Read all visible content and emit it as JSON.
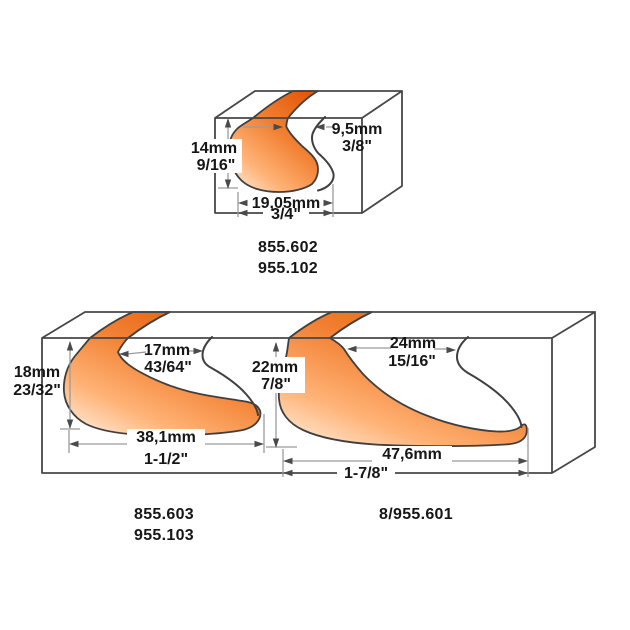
{
  "figure": {
    "background": "#ffffff",
    "outline_color": "#474747",
    "dimension_line_color": "#9a9a9a",
    "arrow_color": "#4a4a4a",
    "text_color": "#161616",
    "orange_dark": "#e3590a",
    "orange_mid": "#f58a3c",
    "orange_light": "#ffe9d6"
  },
  "top_bit": {
    "dims": {
      "depth_mm": "14mm",
      "depth_in": "9/16\"",
      "neck_mm": "9,5mm",
      "neck_in": "3/8\"",
      "width_mm": "19,05mm",
      "width_in": "3/4\""
    },
    "labels": [
      "855.602",
      "955.102"
    ]
  },
  "bottom_left_bit": {
    "dims": {
      "depth_mm": "18mm",
      "depth_in": "23/32\"",
      "neck_mm": "17mm",
      "neck_in": "43/64\"",
      "width_mm": "38,1mm",
      "width_in": "1-1/2\""
    },
    "labels": [
      "855.603",
      "955.103"
    ]
  },
  "bottom_right_bit": {
    "dims": {
      "depth_mm": "22mm",
      "depth_in": "7/8\"",
      "neck_mm": "24mm",
      "neck_in": "15/16\"",
      "width_mm": "47,6mm",
      "width_in": "1-7/8\""
    },
    "labels": [
      "8/955.601"
    ]
  }
}
